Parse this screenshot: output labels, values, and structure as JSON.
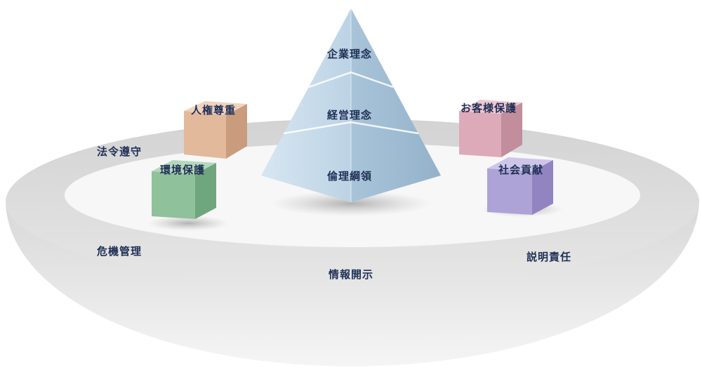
{
  "pyramid": {
    "top": "企業理念",
    "middle": "経営理念",
    "bottom": "倫理綱領"
  },
  "cubes": {
    "human_rights": {
      "label": "人権尊重",
      "color": "#e2b99b"
    },
    "environment": {
      "label": "環境保護",
      "color": "#8fc19a"
    },
    "customer_protection": {
      "label": "お客様保護",
      "color": "#dcaab8"
    },
    "social_contribution": {
      "label": "社会貢献",
      "color": "#aea3d6"
    }
  },
  "ring": {
    "compliance": "法令遵守",
    "risk_management": "危機管理",
    "disclosure": "情報開示",
    "accountability": "説明責任"
  }
}
